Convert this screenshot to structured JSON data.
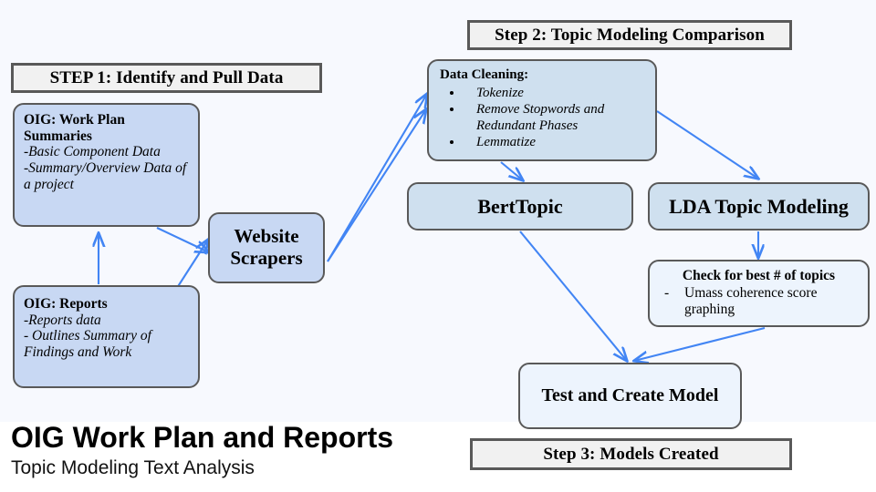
{
  "slide": {
    "title": "OIG Work Plan and Reports",
    "subtitle": "Topic Modeling Text Analysis"
  },
  "banners": {
    "step1": "STEP 1: Identify and Pull Data",
    "step2": "Step 2: Topic Modeling Comparison",
    "step3": "Step 3: Models Created"
  },
  "nodes": {
    "work_plan": {
      "title": "OIG: Work Plan Summaries",
      "lines": [
        "-Basic Component Data",
        "-Summary/Overview Data of a project"
      ]
    },
    "reports": {
      "title": "OIG: Reports",
      "lines": [
        "-Reports data",
        "- Outlines Summary of Findings and Work"
      ]
    },
    "scrapers": {
      "line1": "Website",
      "line2": "Scrapers"
    },
    "data_cleaning": {
      "title": "Data Cleaning:",
      "bullets": [
        "Tokenize",
        "Remove Stopwords and Redundant Phases",
        "Lemmatize"
      ]
    },
    "bert_topic": {
      "label": "BertTopic"
    },
    "lda_topic": {
      "label": "LDA Topic Modeling"
    },
    "check_topics": {
      "title": "Check for best # of topics",
      "dash": "-",
      "item": "Umass coherence score graphing"
    },
    "test_model": {
      "label": "Test and Create Model"
    }
  },
  "colors": {
    "canvas": "#f7f9fe",
    "node_blue": "#c8d8f3",
    "node_blue_light": "#cfe0ef",
    "node_blue_pale": "#edf4fd",
    "banner_fill": "#f1f1f1",
    "border_gray": "#595959",
    "arrow_blue": "#4285f4"
  },
  "connectors": [
    {
      "name": "reports-to-work-plan"
    },
    {
      "name": "work-plan-to-scrapers"
    },
    {
      "name": "reports-to-scrapers"
    },
    {
      "name": "scrapers-to-data-cleaning-a"
    },
    {
      "name": "scrapers-to-data-cleaning-b"
    },
    {
      "name": "data-cleaning-to-bert-topic"
    },
    {
      "name": "data-cleaning-to-lda-topic"
    },
    {
      "name": "lda-topic-to-check-topics"
    },
    {
      "name": "bert-topic-to-test-model"
    },
    {
      "name": "check-topics-to-test-model"
    }
  ]
}
